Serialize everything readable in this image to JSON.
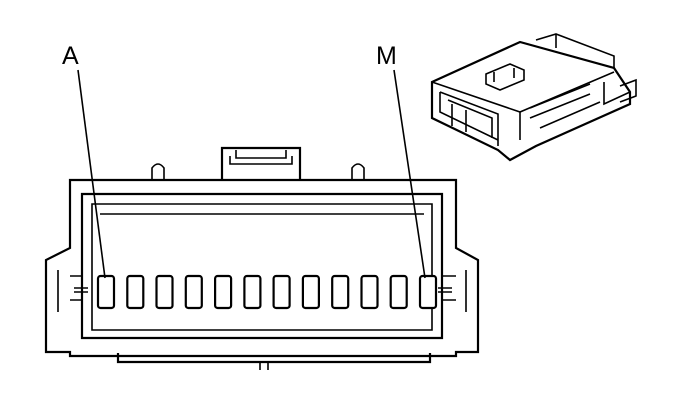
{
  "labels": {
    "left_pin": "A",
    "right_pin": "M"
  },
  "connector": {
    "cavity_count": 12
  }
}
